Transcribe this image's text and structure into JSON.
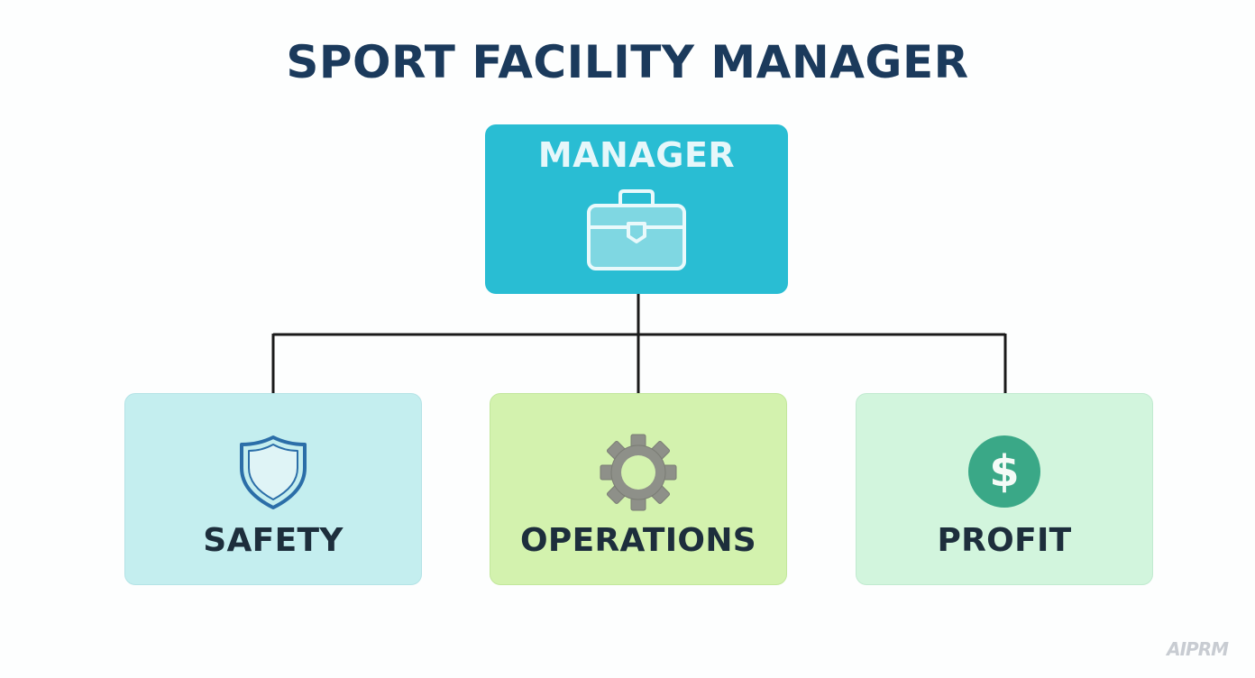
{
  "diagram": {
    "title": "SPORT FACILITY MANAGER",
    "root": {
      "label": "MANAGER",
      "icon": "briefcase-icon",
      "color": "#29bdd3"
    },
    "children": [
      {
        "label": "SAFETY",
        "icon": "shield-icon",
        "color": "#c4eeef"
      },
      {
        "label": "OPERATIONS",
        "icon": "gear-icon",
        "color": "#d3f2ae"
      },
      {
        "label": "PROFIT",
        "icon": "dollar-icon",
        "color": "#d2f5dd"
      }
    ]
  },
  "colors": {
    "title": "#1b3a5c",
    "connector": "#1a1a1a",
    "child_text": "#1d2e3c"
  },
  "watermark": "AIPRM"
}
